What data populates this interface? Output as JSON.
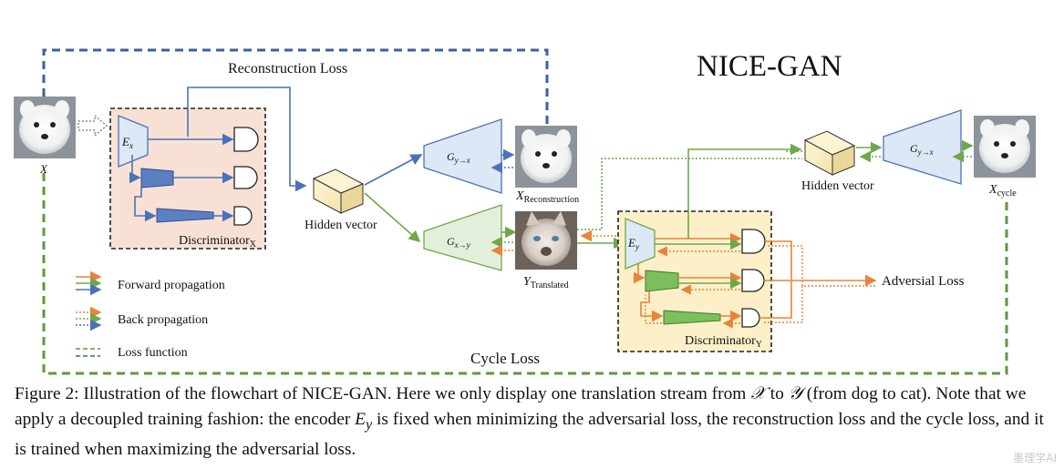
{
  "figure": {
    "title": "NICE-GAN",
    "labels": {
      "reconstruction_loss": "Reconstruction Loss",
      "cycle_loss": "Cycle Loss",
      "adversial_loss": "Adversial Loss",
      "hidden_vector_left": "Hidden vector",
      "hidden_vector_right": "Hidden vector",
      "discriminator_x": "Discriminator",
      "discriminator_x_sub": "X",
      "discriminator_y": "Discriminator",
      "discriminator_y_sub": "Y",
      "x_input": "X",
      "x_recon": "X",
      "x_recon_sub": "Reconstruction",
      "y_translated": "Y",
      "y_translated_sub": "Translated",
      "x_cycle": "X",
      "x_cycle_sub": "cycle",
      "enc_x": "E",
      "enc_x_sub": "x",
      "enc_y": "E",
      "enc_y_sub": "y",
      "gen_yx_top": "G",
      "gen_yx_top_sub": "y→x",
      "gen_xy": "G",
      "gen_xy_sub": "x→y",
      "gen_yx_right": "G",
      "gen_yx_right_sub": "y→x"
    },
    "legend": [
      {
        "label": "Forward propagation",
        "style": "solid"
      },
      {
        "label": "Back propagation",
        "style": "dotted"
      },
      {
        "label": "Loss function",
        "style": "dashed"
      }
    ],
    "colors": {
      "orange": "#e8833a",
      "green": "#6fa84a",
      "blue": "#4a72b8",
      "loss_blue": "#3c5fa0",
      "loss_green": "#5e9a3c",
      "disc_x_bg": "#f8e1d4",
      "disc_y_bg": "#fdf0c8",
      "gen_blue_fill": "#dce8f5",
      "gen_green_fill": "#e3efdb"
    }
  },
  "caption": {
    "line1_pre": "Figure 2: Illustration of the flowchart of NICE-GAN. Here we only display one translation stream from ",
    "sym_x": "𝒳",
    "line1_mid": " to ",
    "sym_y": "𝒴",
    "line1_post": " (from dog to cat). Note that we apply a decoupled training fashion: the encoder ",
    "enc": "E",
    "enc_sub": "y",
    "line2_post": " is fixed when minimizing the adversarial loss, the reconstruction loss and the cycle loss, and it is trained when maximizing the adversarial loss."
  },
  "watermark": "墨理学AI"
}
